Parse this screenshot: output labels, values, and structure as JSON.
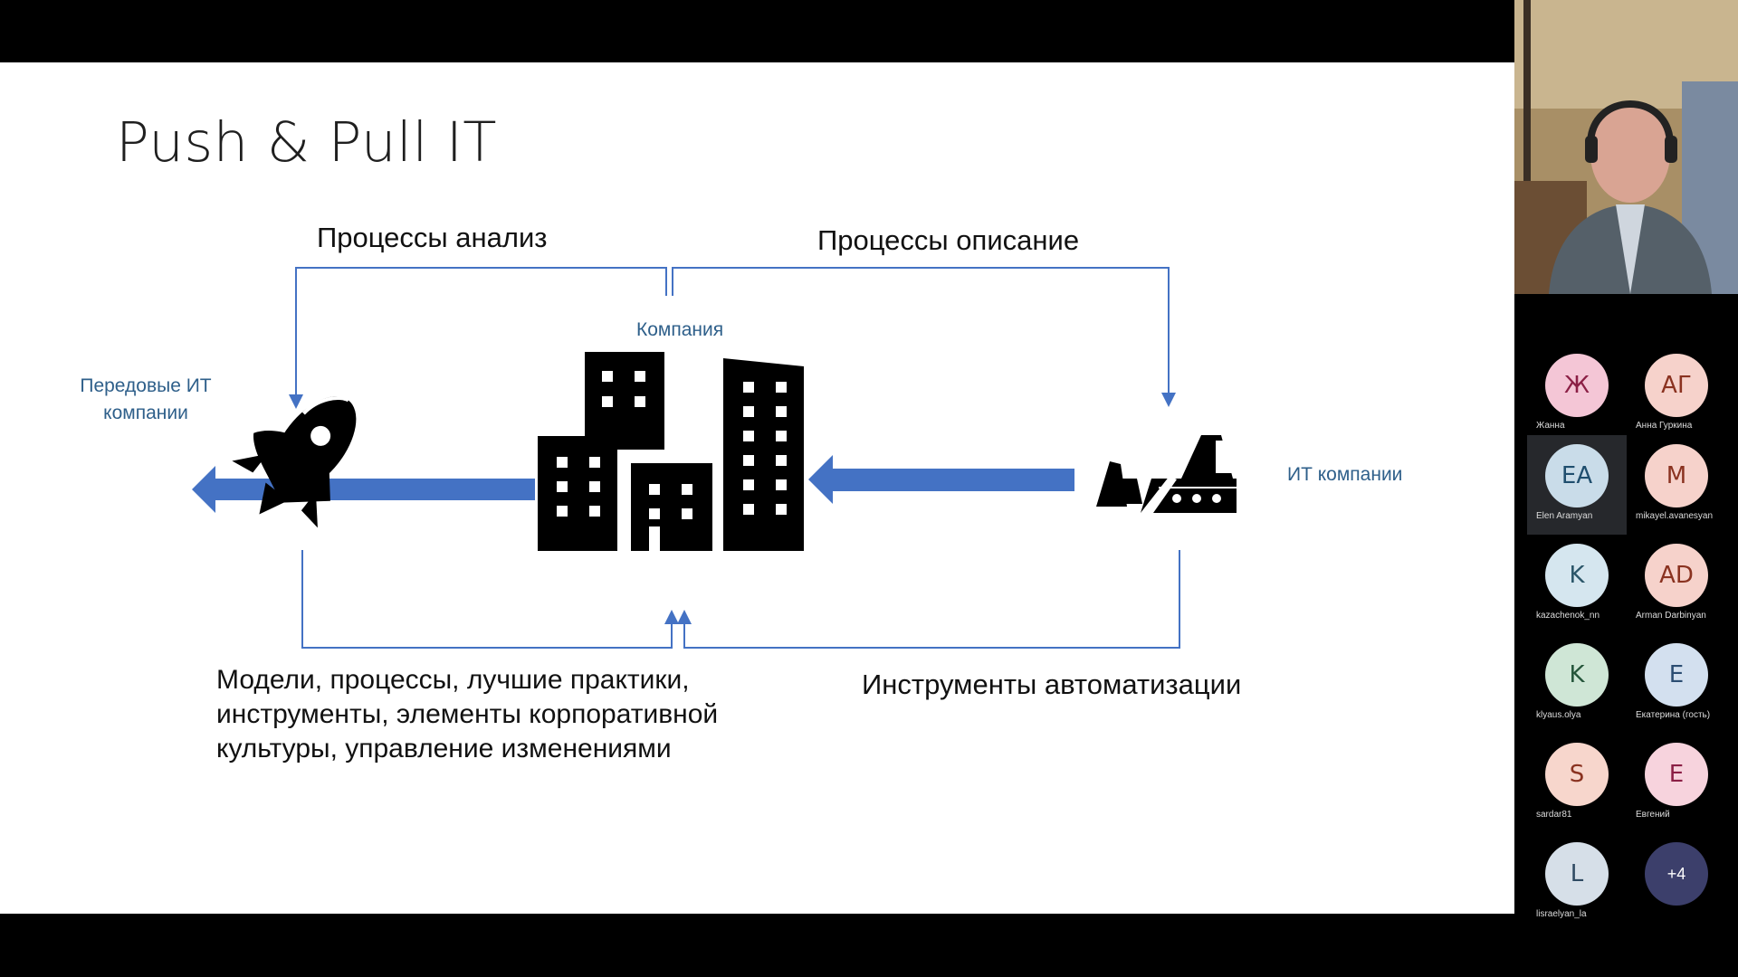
{
  "slide": {
    "title": "Push & Pull IT",
    "labels": {
      "analysis": "Процессы анализ",
      "description": "Процессы описание",
      "company": "Компания",
      "leading_it": "Передовые ИТ компании",
      "it_companies": "ИТ компании",
      "models": "Модели, процессы, лучшие практики, инструменты, элементы корпоративной культуры, управление изменениями",
      "automation": "Инструменты автоматизации"
    },
    "icons": [
      "rocket-icon",
      "city-buildings-icon",
      "bulldozer-icon"
    ],
    "colors": {
      "arrow_blue": "#4472c4",
      "label_blue": "#2e5f8a"
    }
  },
  "participants": [
    {
      "initials": "Ж",
      "name": "Жанна",
      "color": "#f4c6d6",
      "text": "#8b1f45"
    },
    {
      "initials": "АГ",
      "name": "Анна Гуркина",
      "color": "#f6d2cb",
      "text": "#8a3220"
    },
    {
      "initials": "EA",
      "name": "Elen Aramyan",
      "color": "#c9dce9",
      "text": "#1f4e6e",
      "active": true
    },
    {
      "initials": "M",
      "name": "mikayel.avanesyan",
      "color": "#f6d2cb",
      "text": "#8a3220"
    },
    {
      "initials": "K",
      "name": "kazachenok_nn",
      "color": "#d5e6ef",
      "text": "#2a5568"
    },
    {
      "initials": "AD",
      "name": "Arman Darbinyan",
      "color": "#f6d2cb",
      "text": "#8a3220"
    },
    {
      "initials": "K",
      "name": "klyaus.olya",
      "color": "#cfe6d6",
      "text": "#24553a"
    },
    {
      "initials": "E",
      "name": "Екатерина (гость)",
      "color": "#d3e0ef",
      "text": "#2b4d72"
    },
    {
      "initials": "S",
      "name": "sardar81",
      "color": "#f7d6cc",
      "text": "#8a3220"
    },
    {
      "initials": "E",
      "name": "Евгений",
      "color": "#f7d3dd",
      "text": "#8b1f45"
    },
    {
      "initials": "L",
      "name": "lisraelyan_la",
      "color": "#d6dfe8",
      "text": "#2f4a62"
    }
  ],
  "more_participants": "+4"
}
